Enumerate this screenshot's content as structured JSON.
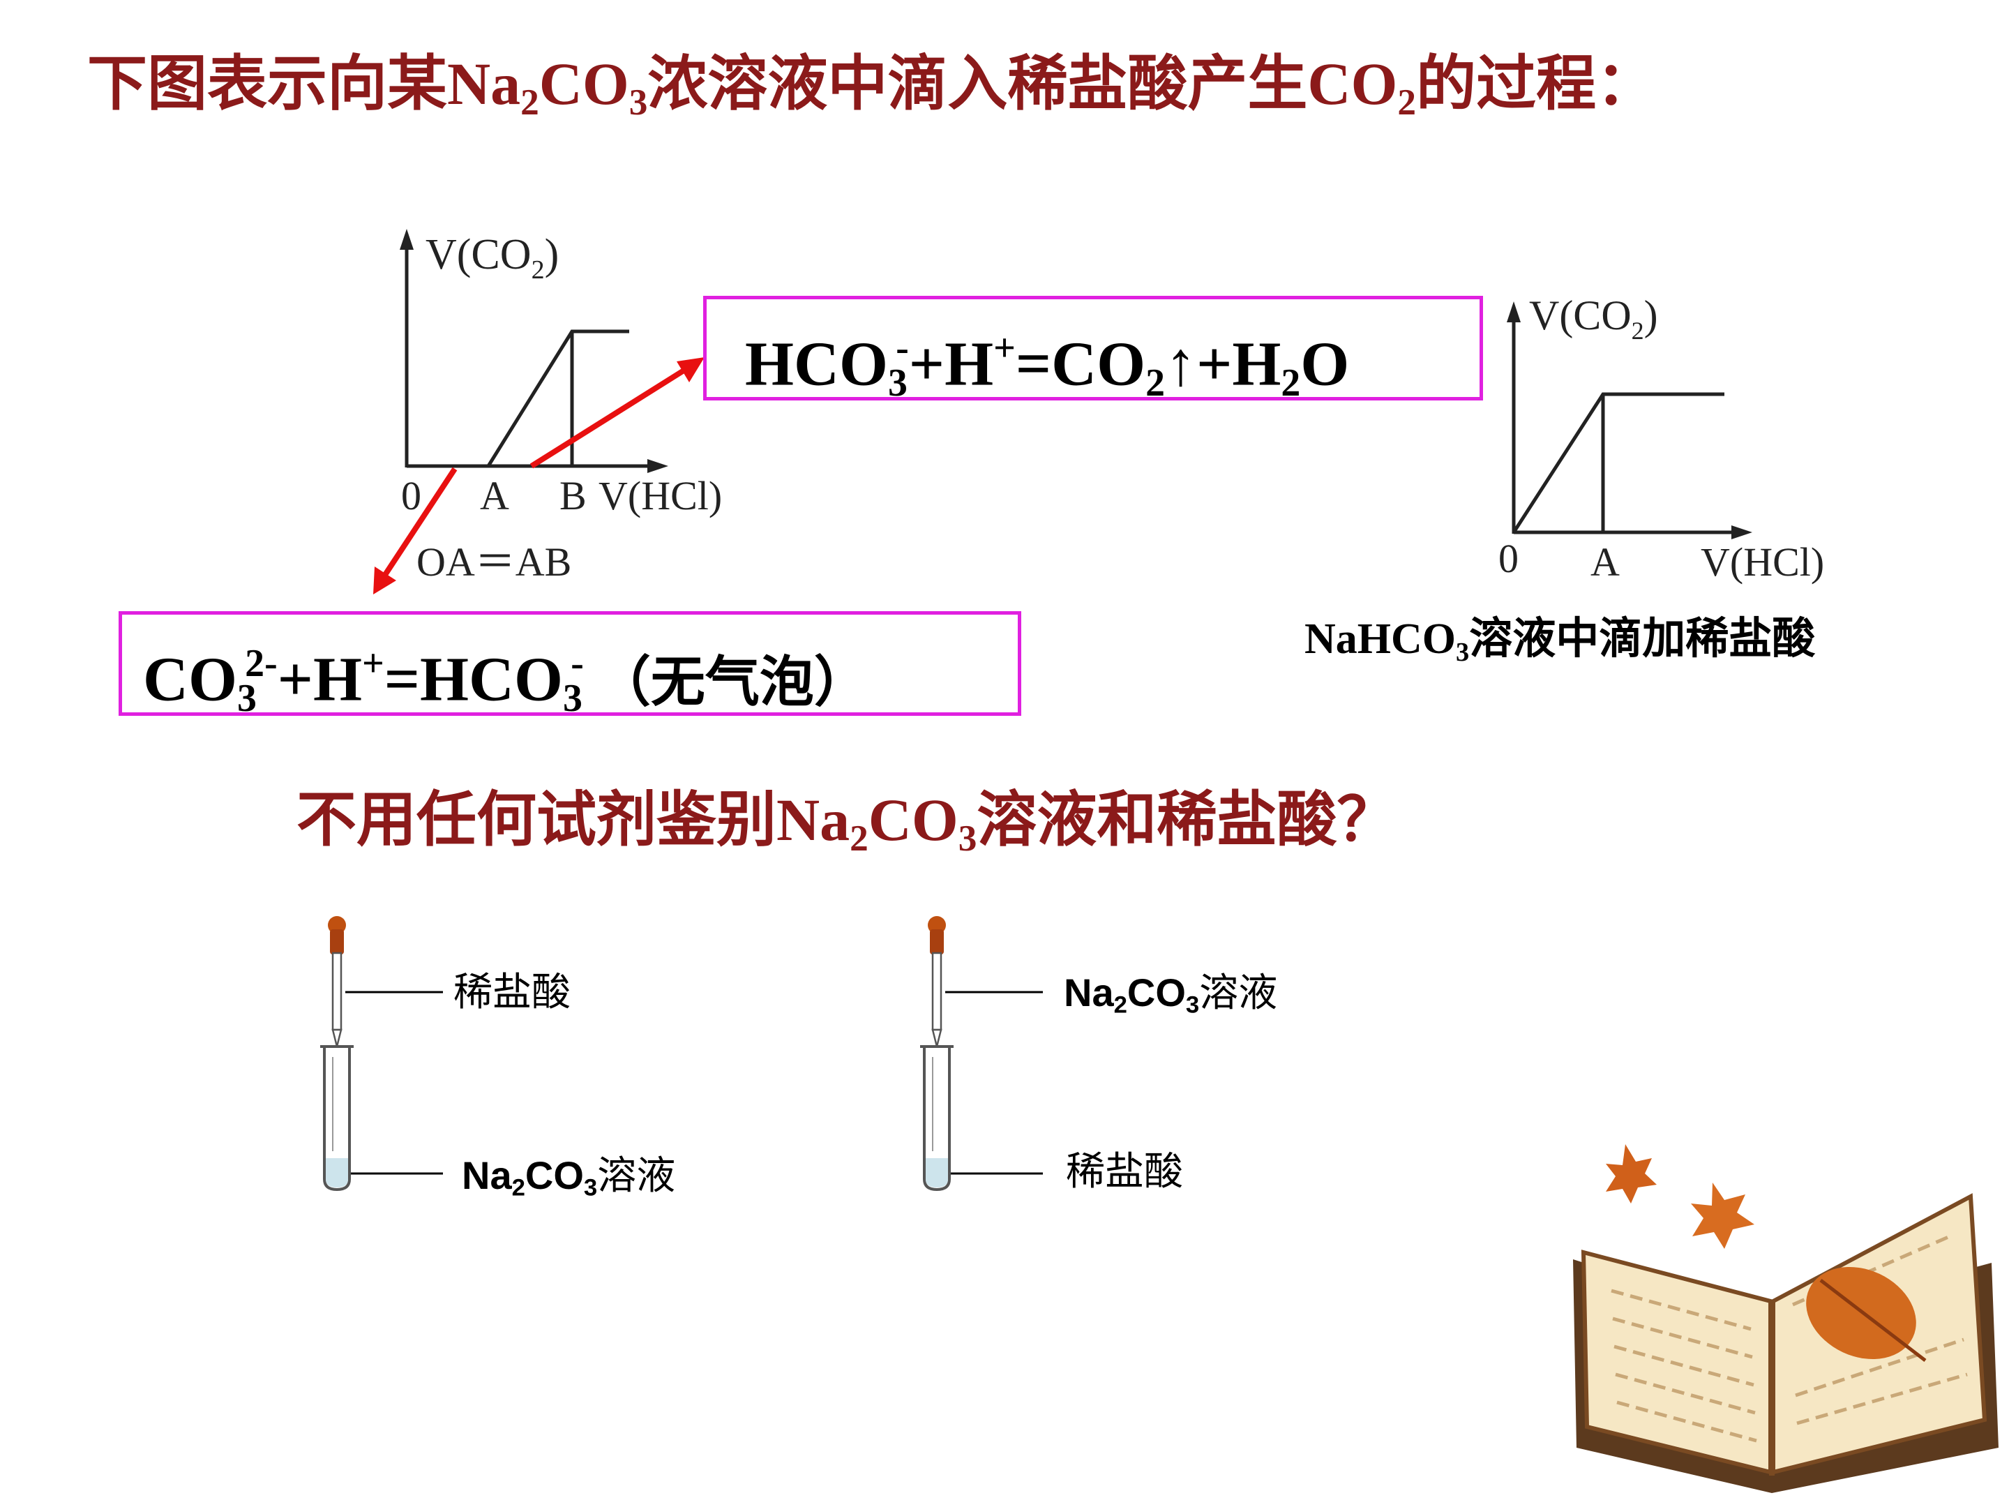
{
  "title": {
    "prefix": "下图表示向某",
    "na": "Na",
    "na_sub": "2",
    "co": "CO",
    "co_sub": "3",
    "middle": "浓溶液中滴入稀盐酸产生",
    "co2": "CO",
    "co2_sub": "2",
    "suffix": "的过程："
  },
  "graph_left": {
    "y_label": "V(CO",
    "y_label_sub": "2",
    "y_label_end": ")",
    "origin": "0",
    "tick_a": "A",
    "tick_b": "B",
    "x_label": "V(HCl)",
    "note": "OA＝AB"
  },
  "graph_right": {
    "y_label": "V(CO",
    "y_label_sub": "2",
    "y_label_end": ")",
    "origin": "0",
    "tick_a": "A",
    "x_label": "V(HCl)"
  },
  "equation_top": {
    "p1": "HCO",
    "p1_sub": "3",
    "p1_sup": "-",
    "p2": "+H",
    "p2_sup": "+",
    "p3": "=CO",
    "p3_sub": "2",
    "p4": "↑+H",
    "p4_sub": "2",
    "p5": "O"
  },
  "equation_bottom": {
    "p1": "CO",
    "p1_sub": "3",
    "p1_sup": "2-",
    "p2": "+H",
    "p2_sup": "+",
    "p3": "=HCO",
    "p3_sub": "3",
    "p3_sup": "-",
    "note": "（无气泡）"
  },
  "caption_right": {
    "na": "NaHCO",
    "na_sub": "3",
    "text": "溶液中滴加稀盐酸"
  },
  "question": {
    "prefix": "不用任何试剂鉴别",
    "na": "Na",
    "na_sub": "2",
    "co": "CO",
    "co_sub": "3",
    "suffix": "溶液和稀盐酸？"
  },
  "setup_left": {
    "dropper_label": "稀盐酸",
    "tube_na": "Na",
    "tube_na_sub": "2",
    "tube_co": "CO",
    "tube_co_sub": "3",
    "tube_suffix": "溶液"
  },
  "setup_right": {
    "dropper_na": "Na",
    "dropper_na_sub": "2",
    "dropper_co": "CO",
    "dropper_co_sub": "3",
    "dropper_suffix": "溶液",
    "tube_label": "稀盐酸"
  },
  "colors": {
    "heading": "#8B1A1A",
    "box_border": "#E020E0",
    "arrow": "#E81010"
  }
}
